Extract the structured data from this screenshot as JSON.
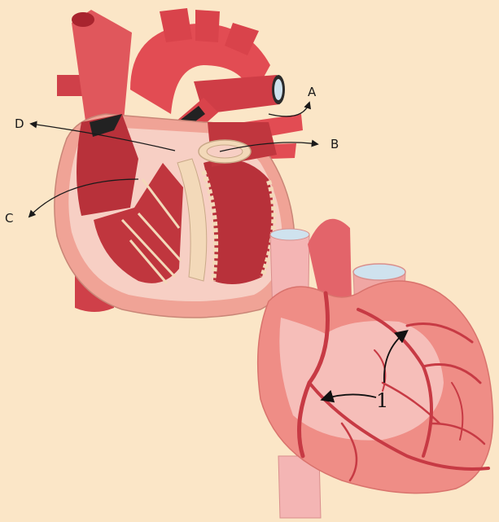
{
  "labels": {
    "a": "A",
    "b": "B",
    "c": "C",
    "d": "D",
    "one": "1"
  },
  "colors": {
    "background": "#fbe6c7",
    "muscle_dark": "#b8313a",
    "muscle": "#d9434b",
    "vessel": "#e85a5f",
    "wall_pink": "#f0a396",
    "inner_light": "#f7cfc4",
    "valve_cream": "#f3d9b9",
    "exterior": "#ef8d86",
    "exterior_light": "#f6c3bf",
    "vessel_pale": "#f4b5b4",
    "coronary": "#c73a44",
    "opening_blue": "#cfe2ee"
  }
}
